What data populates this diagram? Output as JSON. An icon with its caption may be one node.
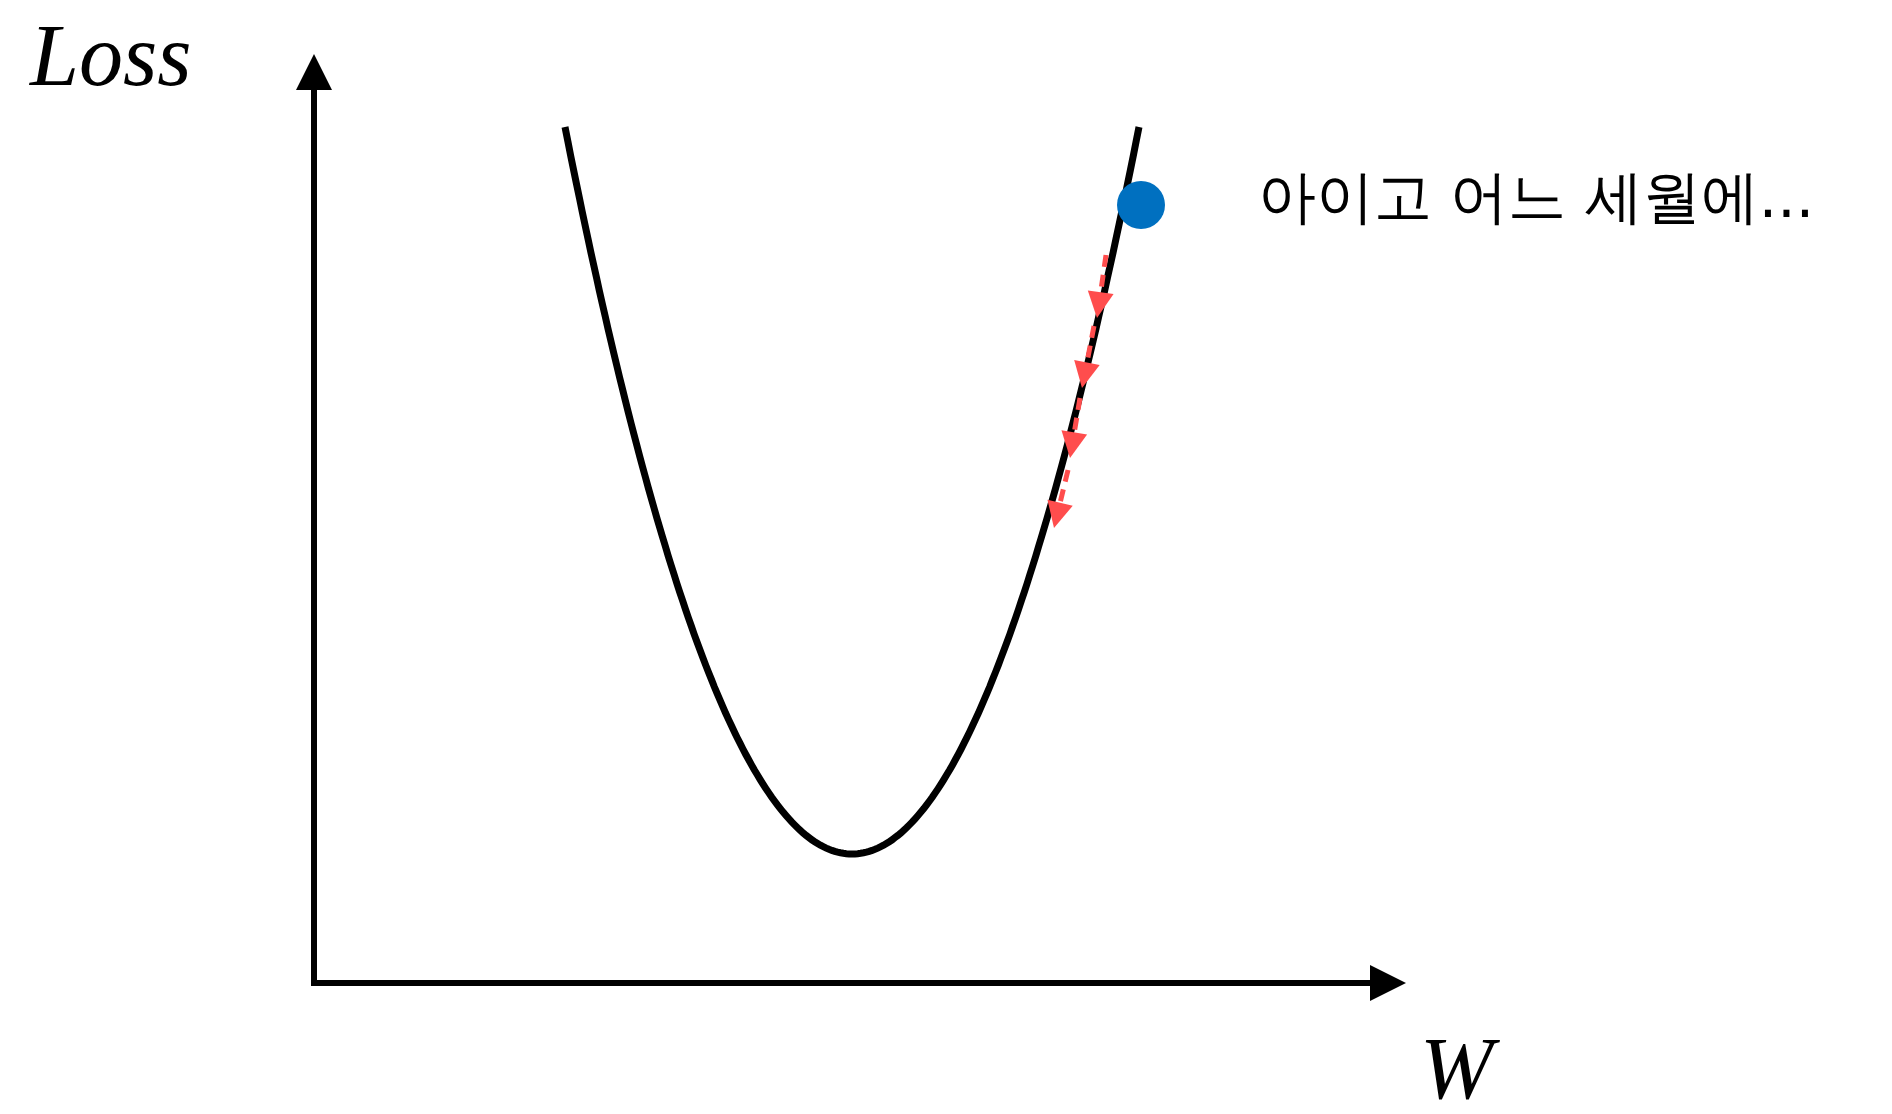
{
  "diagram": {
    "nodes": [
      {
        "text": [],
        "shape": "circle",
        "beside": [
          "아이고 어느 세월에..."
        ]
      }
    ],
    "labels": [
      "Loss",
      "W"
    ]
  }
}
